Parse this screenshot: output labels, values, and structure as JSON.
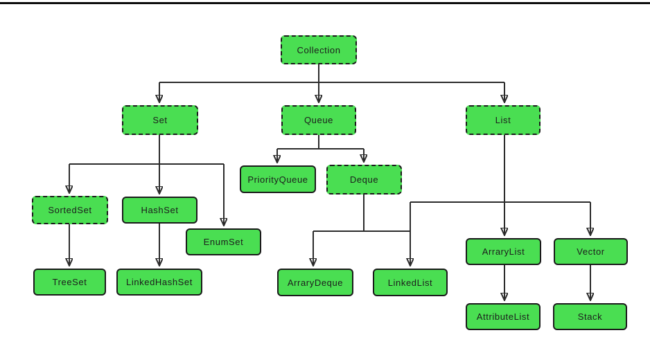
{
  "colors": {
    "node_fill": "#4ade52",
    "node_border": "#1a1a1a",
    "connector": "#2b2b2b"
  },
  "nodes": [
    {
      "id": "collection",
      "label": "Collection",
      "border": "dashed"
    },
    {
      "id": "set",
      "label": "Set",
      "border": "dashed"
    },
    {
      "id": "queue",
      "label": "Queue",
      "border": "dashed"
    },
    {
      "id": "list",
      "label": "List",
      "border": "dashed"
    },
    {
      "id": "priorityqueue",
      "label": "PriorityQueue",
      "border": "solid"
    },
    {
      "id": "deque",
      "label": "Deque",
      "border": "dashed"
    },
    {
      "id": "sortedset",
      "label": "SortedSet",
      "border": "dashed"
    },
    {
      "id": "hashset",
      "label": "HashSet",
      "border": "solid"
    },
    {
      "id": "enumset",
      "label": "EnumSet",
      "border": "solid"
    },
    {
      "id": "treeset",
      "label": "TreeSet",
      "border": "solid"
    },
    {
      "id": "linkedhashset",
      "label": "LinkedHashSet",
      "border": "solid"
    },
    {
      "id": "arrarydeque",
      "label": "ArraryDeque",
      "border": "solid"
    },
    {
      "id": "linkedlist",
      "label": "LinkedList",
      "border": "solid"
    },
    {
      "id": "arrarylist",
      "label": "ArraryList",
      "border": "solid"
    },
    {
      "id": "vector",
      "label": "Vector",
      "border": "solid"
    },
    {
      "id": "attributelist",
      "label": "AttributeList",
      "border": "solid"
    },
    {
      "id": "stack",
      "label": "Stack",
      "border": "solid"
    }
  ],
  "edges": [
    {
      "from": "Collection",
      "to": "Set"
    },
    {
      "from": "Collection",
      "to": "Queue"
    },
    {
      "from": "Collection",
      "to": "List"
    },
    {
      "from": "Set",
      "to": "SortedSet"
    },
    {
      "from": "Set",
      "to": "HashSet"
    },
    {
      "from": "Set",
      "to": "EnumSet"
    },
    {
      "from": "Queue",
      "to": "PriorityQueue"
    },
    {
      "from": "Queue",
      "to": "Deque"
    },
    {
      "from": "Deque",
      "to": "ArraryDeque"
    },
    {
      "from": "Deque",
      "to": "LinkedList"
    },
    {
      "from": "List",
      "to": "LinkedList"
    },
    {
      "from": "List",
      "to": "ArraryList"
    },
    {
      "from": "List",
      "to": "Vector"
    },
    {
      "from": "SortedSet",
      "to": "TreeSet"
    },
    {
      "from": "HashSet",
      "to": "LinkedHashSet"
    },
    {
      "from": "ArraryList",
      "to": "AttributeList"
    },
    {
      "from": "Vector",
      "to": "Stack"
    }
  ]
}
